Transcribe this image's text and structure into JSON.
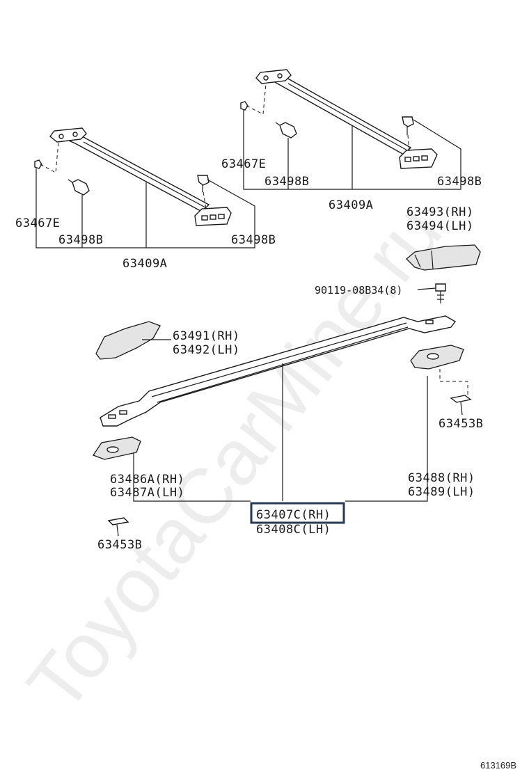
{
  "labels": {
    "p63467e_left": "63467E",
    "p63498b_left_a": "63498B",
    "p63498b_left_b": "63498B",
    "p63409a_left": "63409A",
    "p63467e_right": "63467E",
    "p63498b_right_a": "63498B",
    "p63498b_right_b": "63498B",
    "p63409a_right": "63409A",
    "p63493": "63493(RH)",
    "p63494": "63494(LH)",
    "p90119": "90119-08B34(8)",
    "p63491": "63491(RH)",
    "p63492": "63492(LH)",
    "p63453b_right": "63453B",
    "p63486a": "63486A(RH)",
    "p63487a": "63487A(LH)",
    "p63488": "63488(RH)",
    "p63489": "63489(LH)",
    "p63407c": "63407C(RH)",
    "p63408c": "63408C(LH)",
    "p63453b_left": "63453B"
  },
  "highlighted_part": "63407C(RH)",
  "diagram_code": "613169B",
  "watermark": "ToyotaCarMine.ru",
  "colors": {
    "line": "#1a1a1a",
    "highlight": "#263a50",
    "watermark": "#000000"
  }
}
